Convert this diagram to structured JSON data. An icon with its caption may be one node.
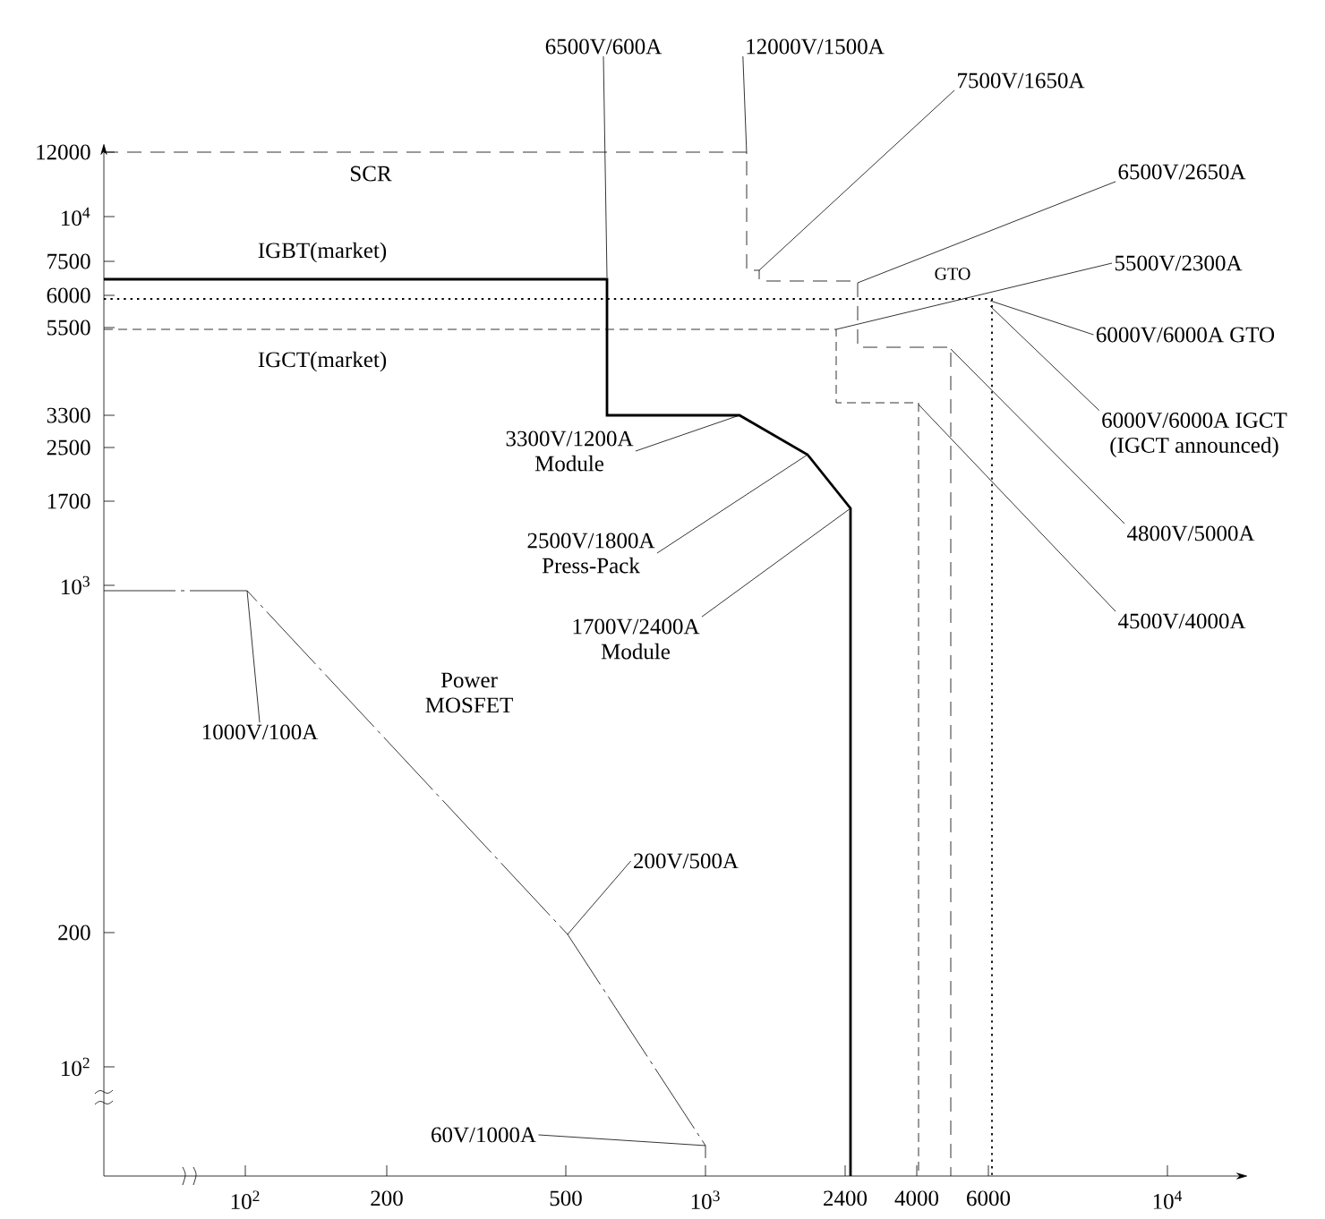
{
  "diagram": {
    "nodes": [
      {
        "text": [
          "6500V/600A"
        ]
      },
      {
        "text": [
          "12000V/1500A"
        ]
      },
      {
        "text": [
          "7500V/1650A"
        ]
      },
      {
        "text": [
          "6500V/2650A"
        ]
      },
      {
        "text": [
          "5500V/2300A"
        ]
      },
      {
        "text": [
          "6000V/6000A GTO"
        ]
      },
      {
        "text": [
          "6000V/6000A IGCT",
          "(IGCT announced)"
        ]
      },
      {
        "text": [
          "4800V/5000A"
        ]
      },
      {
        "text": [
          "4500V/4000A"
        ]
      },
      {
        "text": [
          "3300V/1200A",
          "Module"
        ]
      },
      {
        "text": [
          "2500V/1800A",
          "Press-Pack"
        ]
      },
      {
        "text": [
          "1700V/2400A",
          "Module"
        ]
      },
      {
        "text": [
          "1000V/100A"
        ]
      },
      {
        "text": [
          "200V/500A"
        ]
      },
      {
        "text": [
          "60V/1000A"
        ]
      }
    ],
    "edges": [
      {
        "from": 0,
        "to": null,
        "arrow": "none"
      },
      {
        "from": 1,
        "to": null,
        "arrow": "none"
      },
      {
        "from": 2,
        "to": null,
        "arrow": "none"
      },
      {
        "from": 3,
        "to": null,
        "arrow": "none"
      },
      {
        "from": 4,
        "to": null,
        "arrow": "none"
      },
      {
        "from": 5,
        "to": null,
        "arrow": "none"
      },
      {
        "from": 6,
        "to": null,
        "arrow": "none"
      },
      {
        "from": 7,
        "to": null,
        "arrow": "none"
      },
      {
        "from": 8,
        "to": null,
        "arrow": "none"
      },
      {
        "from": 9,
        "to": null,
        "arrow": "none"
      },
      {
        "from": 10,
        "to": null,
        "arrow": "none"
      },
      {
        "from": 11,
        "to": null,
        "arrow": "none"
      },
      {
        "from": 12,
        "to": null,
        "arrow": "none"
      },
      {
        "from": 13,
        "to": null,
        "arrow": "none"
      },
      {
        "from": 14,
        "to": null,
        "arrow": "none"
      }
    ],
    "labels": [
      "12000",
      "10$^{4}$",
      "7500",
      "6000",
      "5500",
      "3300",
      "2500",
      "1700",
      "10$^{3}$",
      "200",
      "10$^{2}$",
      "SCR",
      "IGBT(market)",
      "GTO",
      "IGCT(market)",
      "Power MOSFET",
      "10$^{2}$",
      "200",
      "500",
      "10$^{3}$",
      "2400",
      "4000",
      "6000",
      "10$^{4}$"
    ]
  }
}
